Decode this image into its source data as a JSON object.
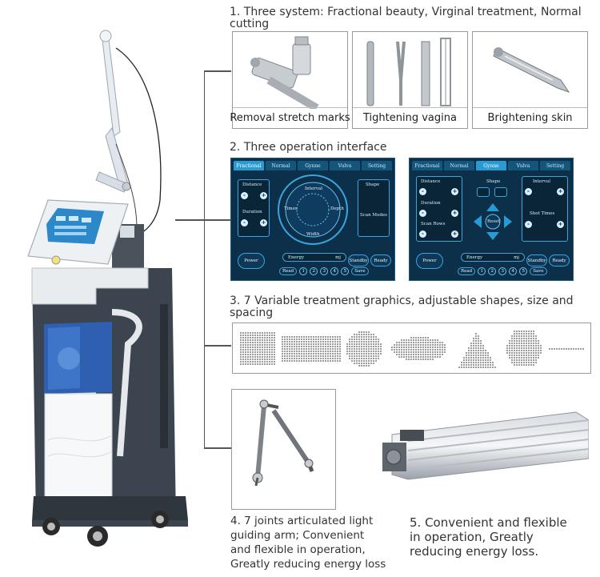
{
  "section1": {
    "title_line1": "1. Three system: Fractional beauty, Virginal treatment, Normal",
    "title_line2": "cutting",
    "cards": [
      {
        "caption": "Removal stretch marks"
      },
      {
        "caption": "Tightening vagina"
      },
      {
        "caption": "Brightening skin"
      }
    ]
  },
  "section2": {
    "title": "2. Three operation interface",
    "panel_a": {
      "tabs": [
        "Fractional",
        "Normal",
        "Gynne",
        "Vulva",
        "Setting"
      ],
      "active_tab": "Fractional",
      "distance_label": "Distance",
      "duration_label": "Duration",
      "interval_label": "Interval",
      "depth_label": "Depth",
      "times_label": "Times",
      "width_label": "Width",
      "shape_label": "Shape",
      "scan_modes_label": "Scan Modes",
      "power_label": "Power",
      "energy_label": "Energy",
      "energy_unit": "mj",
      "standby_label": "Standby",
      "ready_label": "Ready",
      "read_label": "Read",
      "save_label": "Save",
      "slots": [
        "1",
        "2",
        "3",
        "4",
        "5"
      ]
    },
    "panel_b": {
      "tabs": [
        "Fractional",
        "Normal",
        "Gynne",
        "Vulva",
        "Setting"
      ],
      "active_tab": "Gynne",
      "distance_label": "Distance",
      "duration_label": "Duration",
      "scan_rows_label": "Scan Rows",
      "shape_label": "Shape",
      "reset_label": "Reset",
      "interval_label": "Interval",
      "shot_times_label": "Shot Times",
      "power_label": "Power",
      "energy_label": "Energy",
      "energy_unit": "mj",
      "standby_label": "Standby",
      "ready_label": "Ready",
      "read_label": "Read",
      "save_label": "Save",
      "slots": [
        "1",
        "2",
        "3",
        "4",
        "5"
      ]
    }
  },
  "section3": {
    "title_line1": "3. 7 Variable treatment graphics, adjustable shapes, size and",
    "title_line2": "spacing",
    "shapes": [
      "square",
      "rectangle",
      "circle",
      "ellipse",
      "triangle",
      "hexagon",
      "line"
    ]
  },
  "section4": {
    "caption_lines": [
      "4. 7 joints articulated light",
      "guiding arm; Convenient",
      "and flexible in operation,",
      "Greatly reducing energy loss"
    ]
  },
  "section5": {
    "caption_lines": [
      "5.  Convenient and flexible",
      "in operation, Greatly",
      "reducing energy loss."
    ]
  },
  "colors": {
    "panel_bg": "#0c2f4a",
    "panel_accent": "#2a9ad4",
    "machine_dark": "#3c4450",
    "machine_blue": "#2f5fb0"
  }
}
